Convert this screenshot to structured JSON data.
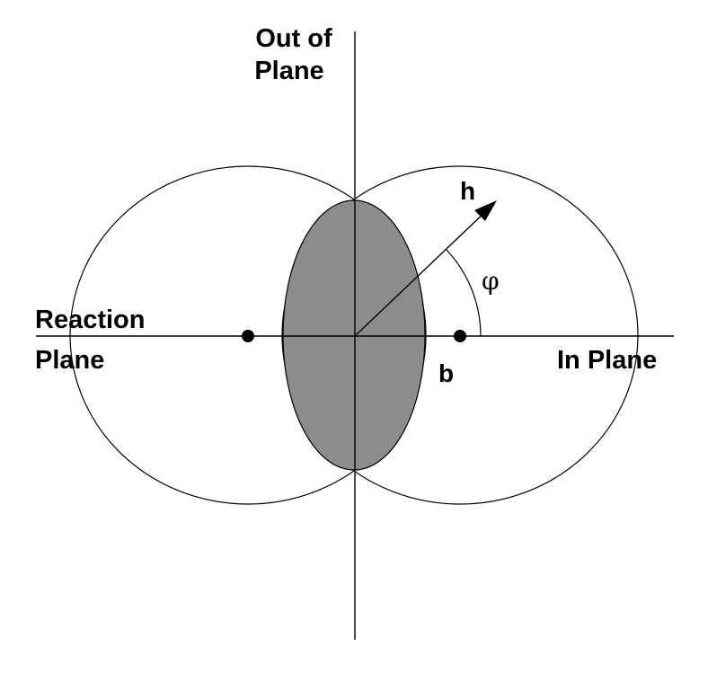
{
  "labels": {
    "out_of_plane_line1": "Out of",
    "out_of_plane_line2": "Plane",
    "reaction_plane_line1": "Reaction",
    "reaction_plane_line2": "Plane",
    "in_plane": "In Plane",
    "impact_parameter": "b",
    "hadron_direction": "h",
    "azimuthal_angle": "φ"
  },
  "colors": {
    "overlap_fill": "#8c8c8c",
    "line": "#000000",
    "background": "#ffffff"
  }
}
